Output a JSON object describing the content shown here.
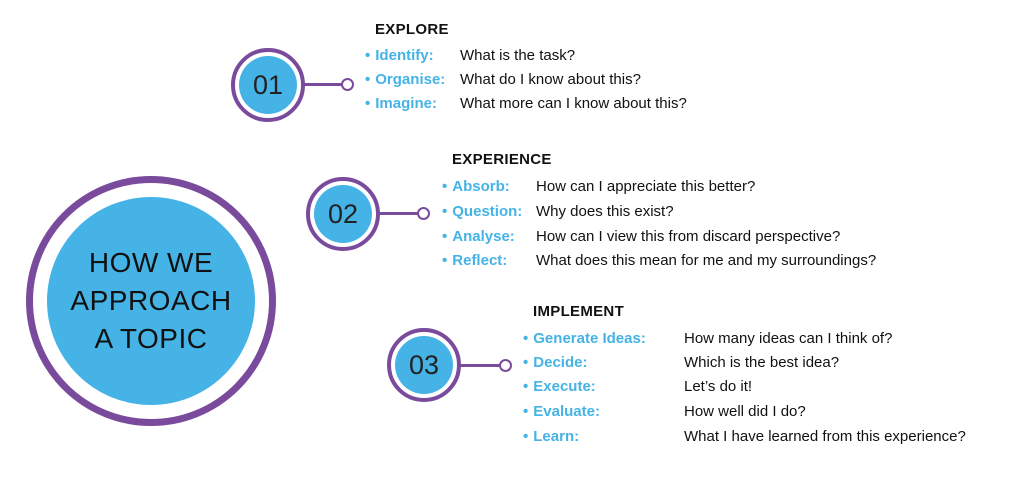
{
  "main": {
    "title_lines": [
      "HOW WE",
      "APPROACH",
      "A TOPIC"
    ]
  },
  "steps": [
    {
      "number": "01",
      "heading": "EXPLORE",
      "items": [
        {
          "label": "Identify:",
          "desc": "What is the task?"
        },
        {
          "label": "Organise:",
          "desc": "What do I know about this?"
        },
        {
          "label": "Imagine:",
          "desc": "What more can I know about this?"
        }
      ]
    },
    {
      "number": "02",
      "heading": "EXPERIENCE",
      "items": [
        {
          "label": "Absorb:",
          "desc": "How can I appreciate this better?"
        },
        {
          "label": "Question:",
          "desc": "Why does this exist?"
        },
        {
          "label": "Analyse:",
          "desc": "How can I view this from discard perspective?"
        },
        {
          "label": "Reflect:",
          "desc": "What does this mean for me and my surroundings?"
        }
      ]
    },
    {
      "number": "03",
      "heading": "IMPLEMENT",
      "items": [
        {
          "label": "Generate Ideas:",
          "desc": "How many ideas can I think of?"
        },
        {
          "label": "Decide:",
          "desc": "Which is the best idea?"
        },
        {
          "label": "Execute:",
          "desc": "Let’s do it!"
        },
        {
          "label": "Evaluate:",
          "desc": "How well did I do?"
        },
        {
          "label": "Learn:",
          "desc": "What I have learned from this experience?"
        }
      ]
    }
  ],
  "colors": {
    "accent_blue": "#45b3e6",
    "accent_purple": "#7a4b9c"
  }
}
